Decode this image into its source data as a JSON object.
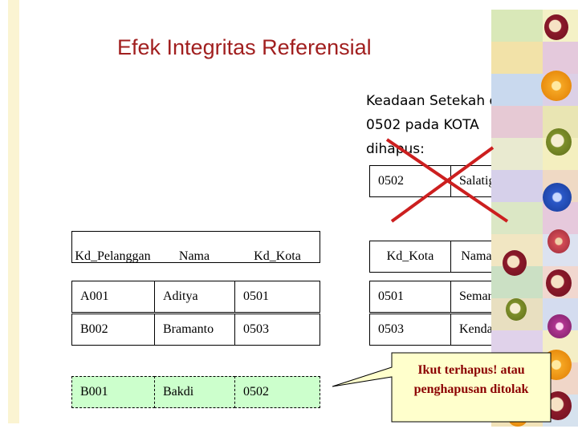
{
  "title": "Efek Integritas Referensial",
  "caption": {
    "lines": [
      "Keadaan Setekah data",
      "0502 pada KOTA",
      "dihapus:"
    ]
  },
  "deleted_kota_row": {
    "kd_kota": "0502",
    "nama_kota": "Salatiga"
  },
  "pelanggan_table": {
    "headers": [
      "Kd_Pelanggan",
      "Nama",
      "Kd_Kota"
    ],
    "rows": [
      [
        "A001",
        "Aditya",
        "0501"
      ],
      [
        "B002",
        "Bramanto",
        "0503"
      ]
    ],
    "pending_row": [
      "B001",
      "Bakdi",
      "0502"
    ]
  },
  "kota_table": {
    "headers": [
      "Kd_Kota",
      "Nama_Kota"
    ],
    "rows": [
      [
        "0501",
        "Semarang"
      ],
      [
        "0503",
        "Kendal"
      ]
    ]
  },
  "callout": {
    "lines": [
      "Ikut terhapus! atau",
      "penghapusan ditolak"
    ]
  },
  "colors": {
    "title": "#a11f1f",
    "callout_text": "#8b0000",
    "callout_fill": "#ffffcc",
    "cross": "#cc1f1f",
    "pending_row_fill": "#ccffcc"
  },
  "decoration": {
    "sidebar_icons": [
      "apple-icon",
      "orange-icon",
      "apple-icon",
      "orange-icon",
      "pear-icon",
      "apple-icon",
      "apple-icon",
      "apple-icon",
      "apple-icon",
      "orange-icon",
      "orange-icon",
      "apple-icon",
      "orange-icon"
    ]
  }
}
